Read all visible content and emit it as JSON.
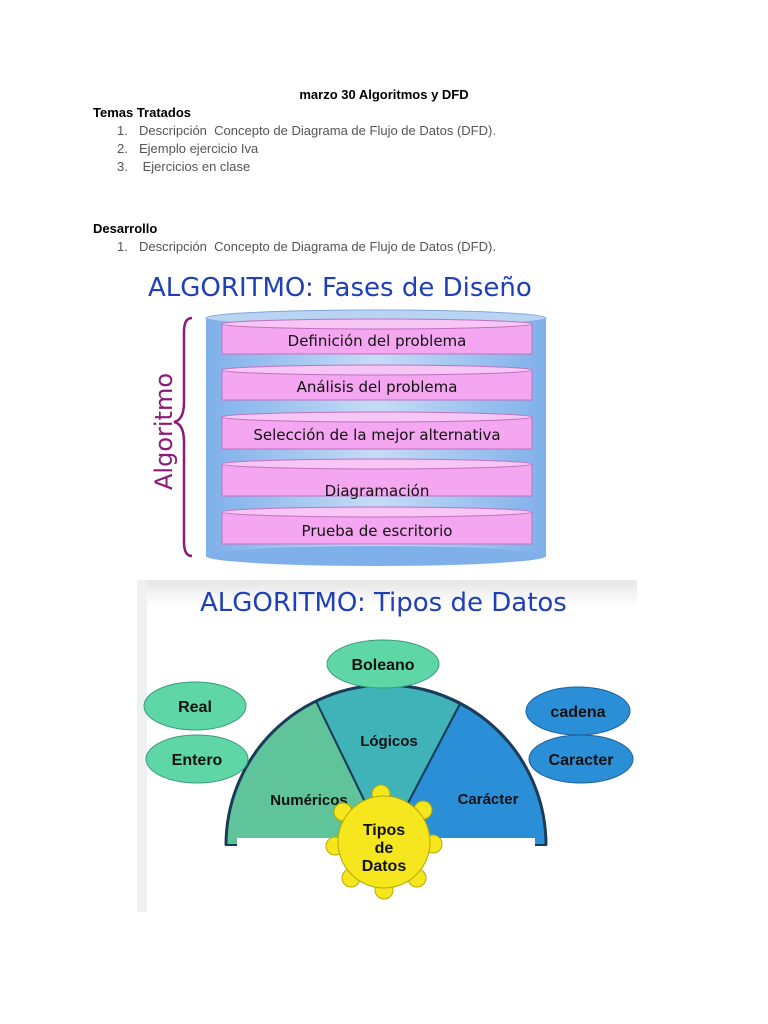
{
  "doc": {
    "title": "marzo 30 Algoritmos y DFD",
    "temas_heading": "Temas Tratados",
    "temas_items": [
      {
        "num": "1.",
        "text": "Descripción  Concepto de Diagrama de Flujo de Datos (DFD)."
      },
      {
        "num": "2.",
        "text": "Ejemplo ejercicio Iva"
      },
      {
        "num": "3.",
        "text": " Ejercicios en clase"
      }
    ],
    "desarrollo_heading": "Desarrollo",
    "desarrollo_items": [
      {
        "num": "1.",
        "text": "Descripción  Concepto de Diagrama de Flujo de Datos (DFD)."
      }
    ]
  },
  "figure1": {
    "title": "ALGORITMO: Fases de Diseño",
    "side_label": "Algoritmo",
    "layers": [
      "Definición del problema",
      "Análisis del problema",
      "Selección de la mejor alternativa",
      "Diagramación",
      "Prueba de escritorio"
    ],
    "colors": {
      "cylinder": "#a9c9f0",
      "layer": "#f4a6f0",
      "brace": "#8b1a78",
      "title": "#1f3fb8"
    }
  },
  "figure2": {
    "title": "ALGORITMO: Tipos de Datos",
    "segments": [
      "Numéricos",
      "Lógicos",
      "Carácter"
    ],
    "center": [
      "Tipos",
      "de",
      "Datos"
    ],
    "left_bubbles": [
      "Real",
      "Entero"
    ],
    "top_bubble": "Boleano",
    "right_bubbles": [
      "cadena",
      "Caracter"
    ],
    "colors": {
      "green": "#5fc49a",
      "teal": "#3fb3b8",
      "blue": "#2a8fd6",
      "yellow": "#f5e61e",
      "title": "#1f3fb8"
    }
  }
}
